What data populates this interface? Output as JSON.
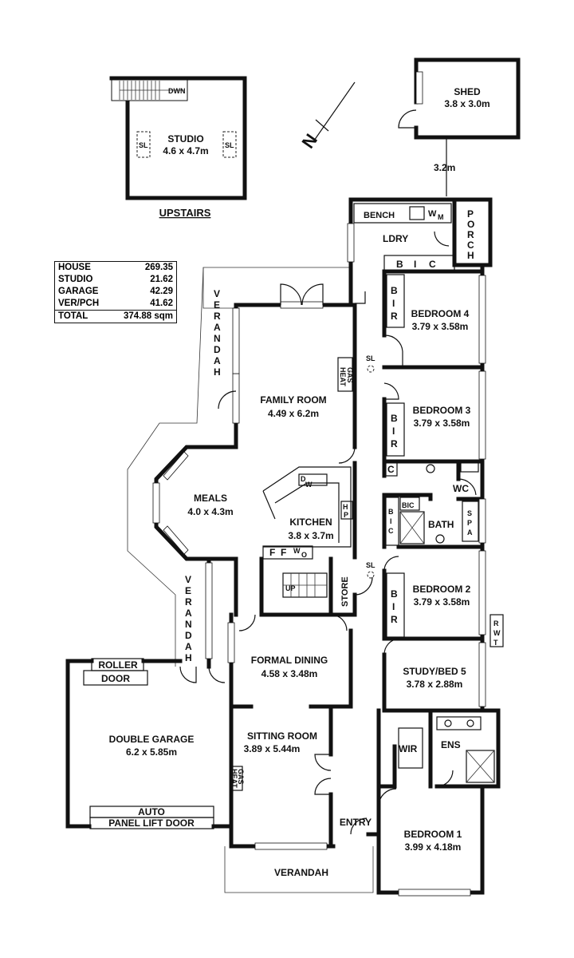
{
  "north": "N",
  "upstairs": {
    "title": "UPSTAIRS",
    "studio": {
      "name": "STUDIO",
      "dims": "4.6 x 4.7m"
    },
    "down": "DWN",
    "skylight": "SL"
  },
  "shed": {
    "name": "SHED",
    "dims": "3.8 x 3.0m",
    "distance": "3.2m"
  },
  "areas": [
    {
      "label": "HOUSE",
      "value": "269.35"
    },
    {
      "label": "STUDIO",
      "value": "21.62"
    },
    {
      "label": "GARAGE",
      "value": "42.29"
    },
    {
      "label": "VER/PCH",
      "value": "41.62"
    },
    {
      "label": "TOTAL",
      "value": "374.88 sqm"
    }
  ],
  "rooms": {
    "family": {
      "name": "FAMILY ROOM",
      "dims": "4.49 x 6.2m"
    },
    "meals": {
      "name": "MEALS",
      "dims": "4.0 x 4.3m"
    },
    "kitchen": {
      "name": "KITCHEN",
      "dims": "3.8 x 3.7m"
    },
    "bed4": {
      "name": "BEDROOM 4",
      "dims": "3.79 x 3.58m"
    },
    "bed3": {
      "name": "BEDROOM 3",
      "dims": "3.79 x 3.58m"
    },
    "bed2": {
      "name": "BEDROOM 2",
      "dims": "3.79 x 3.58m"
    },
    "study": {
      "name": "STUDY/BED 5",
      "dims": "3.78 x 2.88m"
    },
    "bed1": {
      "name": "BEDROOM 1",
      "dims": "3.99 x 4.18m"
    },
    "formal": {
      "name": "FORMAL DINING",
      "dims": "4.58 x 3.48m"
    },
    "sitting": {
      "name": "SITTING ROOM",
      "dims": "3.89 x 5.44m"
    },
    "garage": {
      "name": "DOUBLE GARAGE",
      "dims": "6.2 x 5.85m"
    }
  },
  "labels": {
    "ldry": "LDRY",
    "bench": "BENCH",
    "w": "W",
    "m": "M",
    "porch": [
      "P",
      "O",
      "R",
      "C",
      "H"
    ],
    "bic_row": [
      "B",
      "I",
      "C"
    ],
    "bir": [
      "B",
      "I",
      "R"
    ],
    "c": "C",
    "wc": "WC",
    "bath": "BATH",
    "bic_v": [
      "B",
      "I",
      "C"
    ],
    "bic_h": "BIC",
    "spa": [
      "S",
      "P",
      "A"
    ],
    "rwt": [
      "R",
      "W",
      "T"
    ],
    "store": "STORE",
    "up": "UP",
    "hp": [
      "H",
      "P"
    ],
    "dw": [
      "D",
      "W"
    ],
    "ffwo": [
      "F",
      "F",
      "W",
      "O"
    ],
    "gas": "GAS",
    "heat": "HEAT",
    "sl": "SL",
    "verandah": "VERANDAH",
    "verandah_v": [
      "V",
      "E",
      "R",
      "A",
      "N",
      "D",
      "A",
      "H"
    ],
    "entry": "ENTRY",
    "wir": "WIR",
    "ens": "ENS",
    "roller_door": [
      "ROLLER",
      "DOOR"
    ],
    "auto_door": [
      "AUTO",
      "PANEL LIFT DOOR"
    ]
  }
}
